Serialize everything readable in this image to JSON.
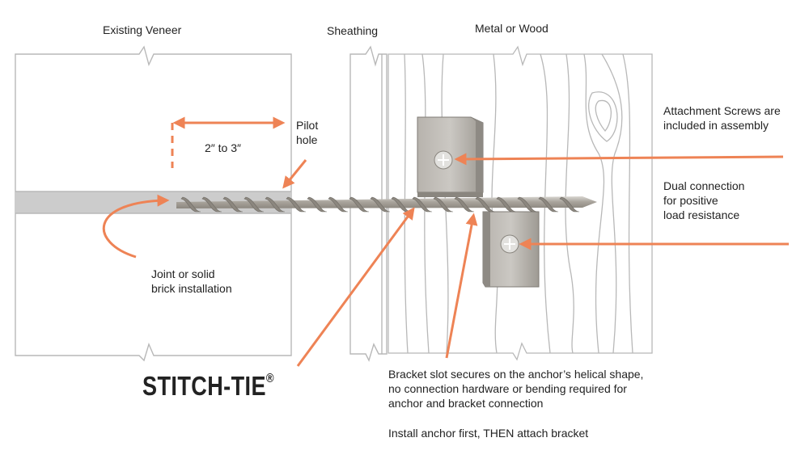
{
  "columns": {
    "veneer": "Existing Veneer",
    "sheathing": "Sheathing",
    "stud": "Metal or Wood"
  },
  "pilot_hole": [
    "Pilot",
    "hole"
  ],
  "spacing": "2″ to 3″",
  "joint_note": [
    "Joint or solid",
    "brick installation"
  ],
  "screws_note": [
    "Attachment Screws are",
    "included in assembly"
  ],
  "dual_note": [
    "Dual connection",
    "for positive",
    "load resistance"
  ],
  "slot_note": [
    "Bracket slot secures on the anchor’s helical shape,",
    "no connection hardware or bending required for",
    "anchor and bracket connection"
  ],
  "install_note": "Install anchor first, THEN attach bracket",
  "brand": {
    "name": "STITCH-TIE",
    "mark": "®"
  },
  "colors": {
    "accent": "#ee8355",
    "outline": "#b8b8b8",
    "mortar": "#cccccc",
    "metal": "#b0aca5"
  }
}
